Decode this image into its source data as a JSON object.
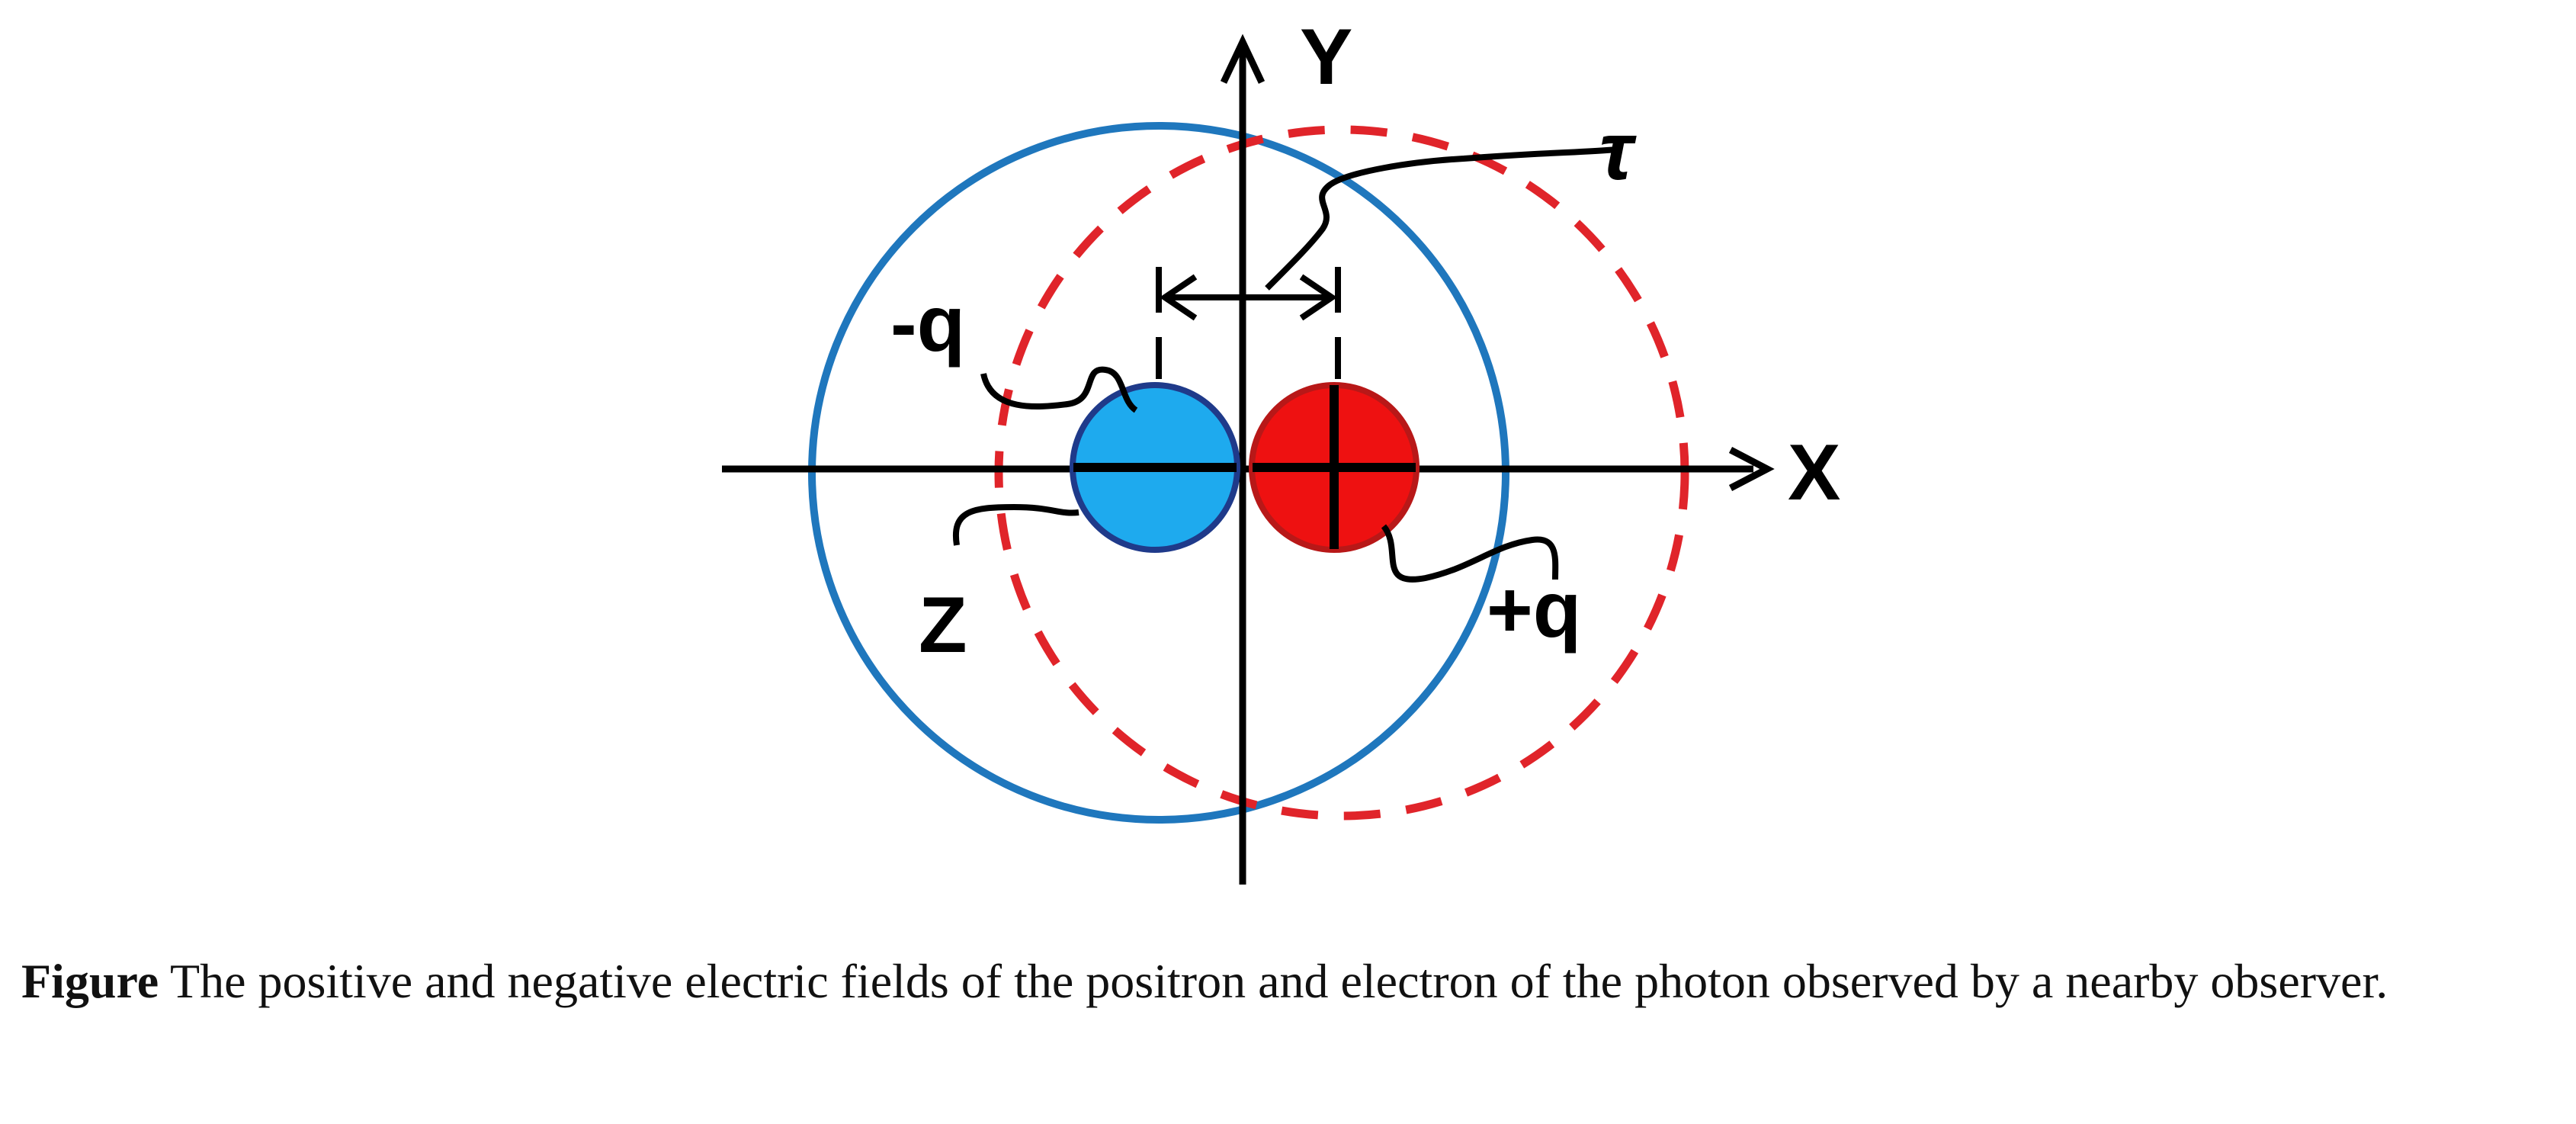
{
  "diagram": {
    "axis_labels": {
      "x": "X",
      "y": "Y"
    },
    "labels": {
      "tau": "τ",
      "negative_charge": "-q",
      "positive_charge": "+q",
      "z": "Z"
    },
    "colors": {
      "negative_field_circle": "#1f77bd",
      "positive_field_circle": "#e0242a",
      "electron_fill": "#1eaaee",
      "electron_stroke": "#1f3a8a",
      "positron_fill": "#ee1111",
      "positron_stroke": "#b81818",
      "lines": "#000000"
    },
    "field_styles": {
      "negative": "solid",
      "positive": "dashed"
    }
  },
  "caption": {
    "label": "Figure",
    "text": " The positive and negative electric fields of the positron and electron of the photon observed by a nearby observer."
  }
}
